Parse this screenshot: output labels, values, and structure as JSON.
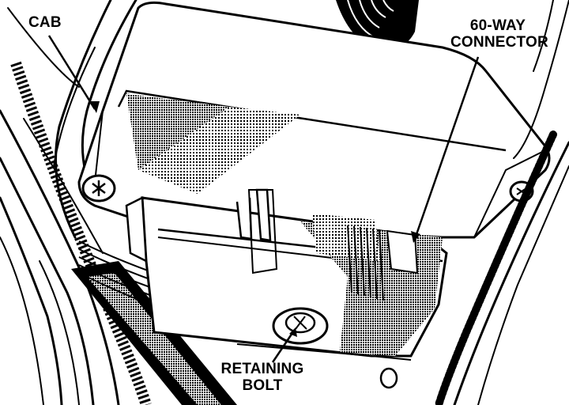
{
  "labels": {
    "cab": "CAB",
    "connector_line1": "60-WAY",
    "connector_line2": "CONNECTOR",
    "bolt_line1": "RETAINING",
    "bolt_line2": "BOLT"
  },
  "colors": {
    "ink": "#000000",
    "paper": "#ffffff",
    "shade": "#8c8c8c"
  }
}
